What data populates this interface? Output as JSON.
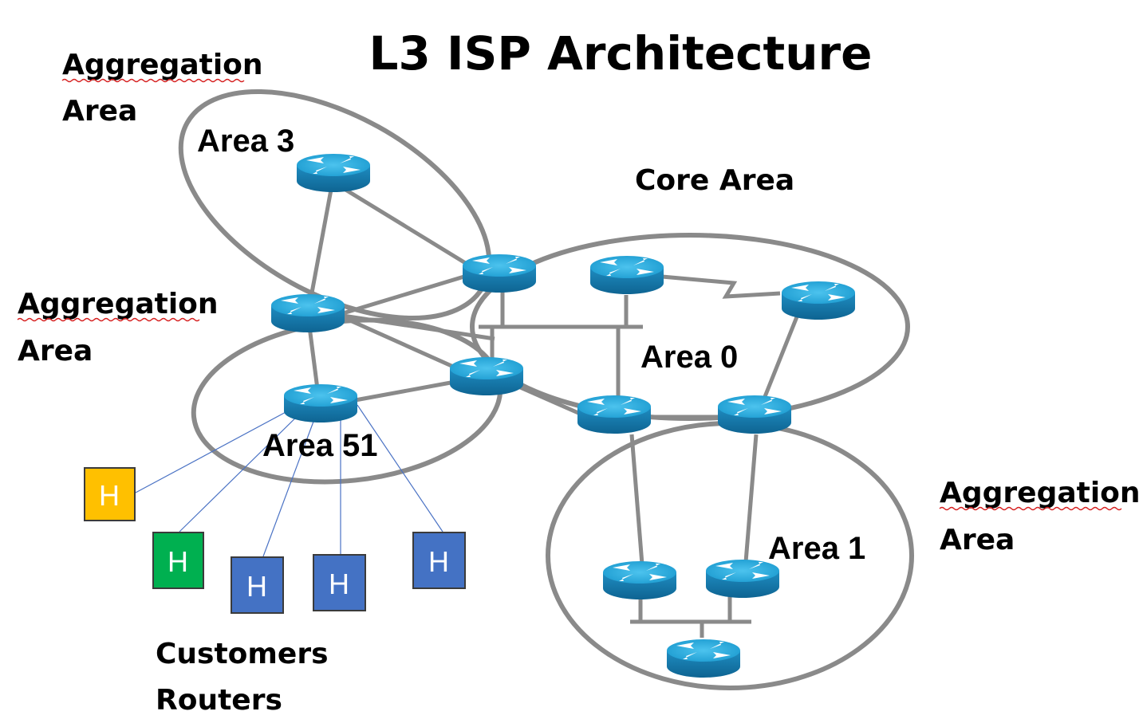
{
  "title": "L3 ISP Architecture",
  "labels": {
    "agg_top_1": "Aggregation",
    "agg_top_2": "Area",
    "agg_left_1": "Aggregation",
    "agg_left_2": "Area",
    "agg_right_1": "Aggregation",
    "agg_right_2": "Area",
    "core": "Core Area",
    "customers_1": "Customers",
    "customers_2": "Routers"
  },
  "areas": {
    "area3": "Area 3",
    "area0": "Area 0",
    "area51": "Area 51",
    "area1": "Area 1"
  },
  "hosts": [
    {
      "label": "H",
      "color": "#ffc000"
    },
    {
      "label": "H",
      "color": "#00b050"
    },
    {
      "label": "H",
      "color": "#4472c4"
    },
    {
      "label": "H",
      "color": "#4472c4"
    },
    {
      "label": "H",
      "color": "#4472c4"
    }
  ],
  "colors": {
    "router_top": "#2fa8d8",
    "router_side": "#1b7fb0",
    "link": "#8a8a8a"
  }
}
